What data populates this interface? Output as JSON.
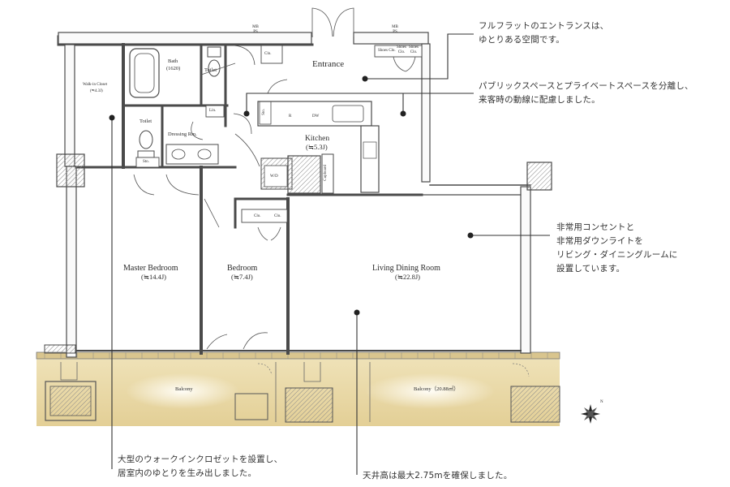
{
  "rooms": {
    "entrance": "Entrance",
    "mbps_left": "MB\nPS",
    "mbps_right": "MB\nPS",
    "walkin": "Walk-in Closet",
    "walkin_area": "(≒4.3J)",
    "bath": "Bath",
    "bath_size": "(1620)",
    "toilet_upper": "Toilet",
    "toilet_lower": "Toilet",
    "cl_entrance": "Clo.",
    "shoes1": "Shoes Clo.",
    "shoes2": "Shoes Clo.",
    "shoes3": "Shoes Clo.",
    "lin": "Lin.",
    "dressing": "Dressing Rm.",
    "sto": "Sto.",
    "kitchen": "Kitchen",
    "kitchen_area": "(≒5.3J)",
    "sto_k": "Sto.",
    "r": "R",
    "dw": "DW",
    "wd": "W/D",
    "cupboard": "Cupboard",
    "cl1": "Clo.",
    "cl2": "Clo.",
    "master": "Master Bedroom",
    "master_area": "(≒14.4J)",
    "bedroom": "Bedroom",
    "bedroom_area": "(≒7.4J)",
    "ldk": "Living Dining Room",
    "ldk_area": "(≒22.8J)",
    "balcony_left": "Balcony",
    "balcony_right": "Balcony（20.88㎡）",
    "compass": "N"
  },
  "notes": {
    "entrance_l1": "フルフラットのエントランスは、",
    "entrance_l2": "ゆとりある空間です。",
    "zoning_l1": "パブリックスペースとプライベートスペースを分離し、",
    "zoning_l2": "来客時の動線に配慮しました。",
    "outlet_l1": "非常用コンセントと",
    "outlet_l2": "非常用ダウンライトを",
    "outlet_l3": "リビング・ダイニングルームに",
    "outlet_l4": "設置しています。",
    "closet_l1": "大型のウォークインクロゼットを設置し、",
    "closet_l2": "居室内のゆとりを生み出しました。",
    "ceiling": "天井高は最大2.75mを確保しました。"
  },
  "colors": {
    "wall": "#4a4a4a",
    "balcony": "#e8d7a4",
    "leader": "#333333"
  }
}
